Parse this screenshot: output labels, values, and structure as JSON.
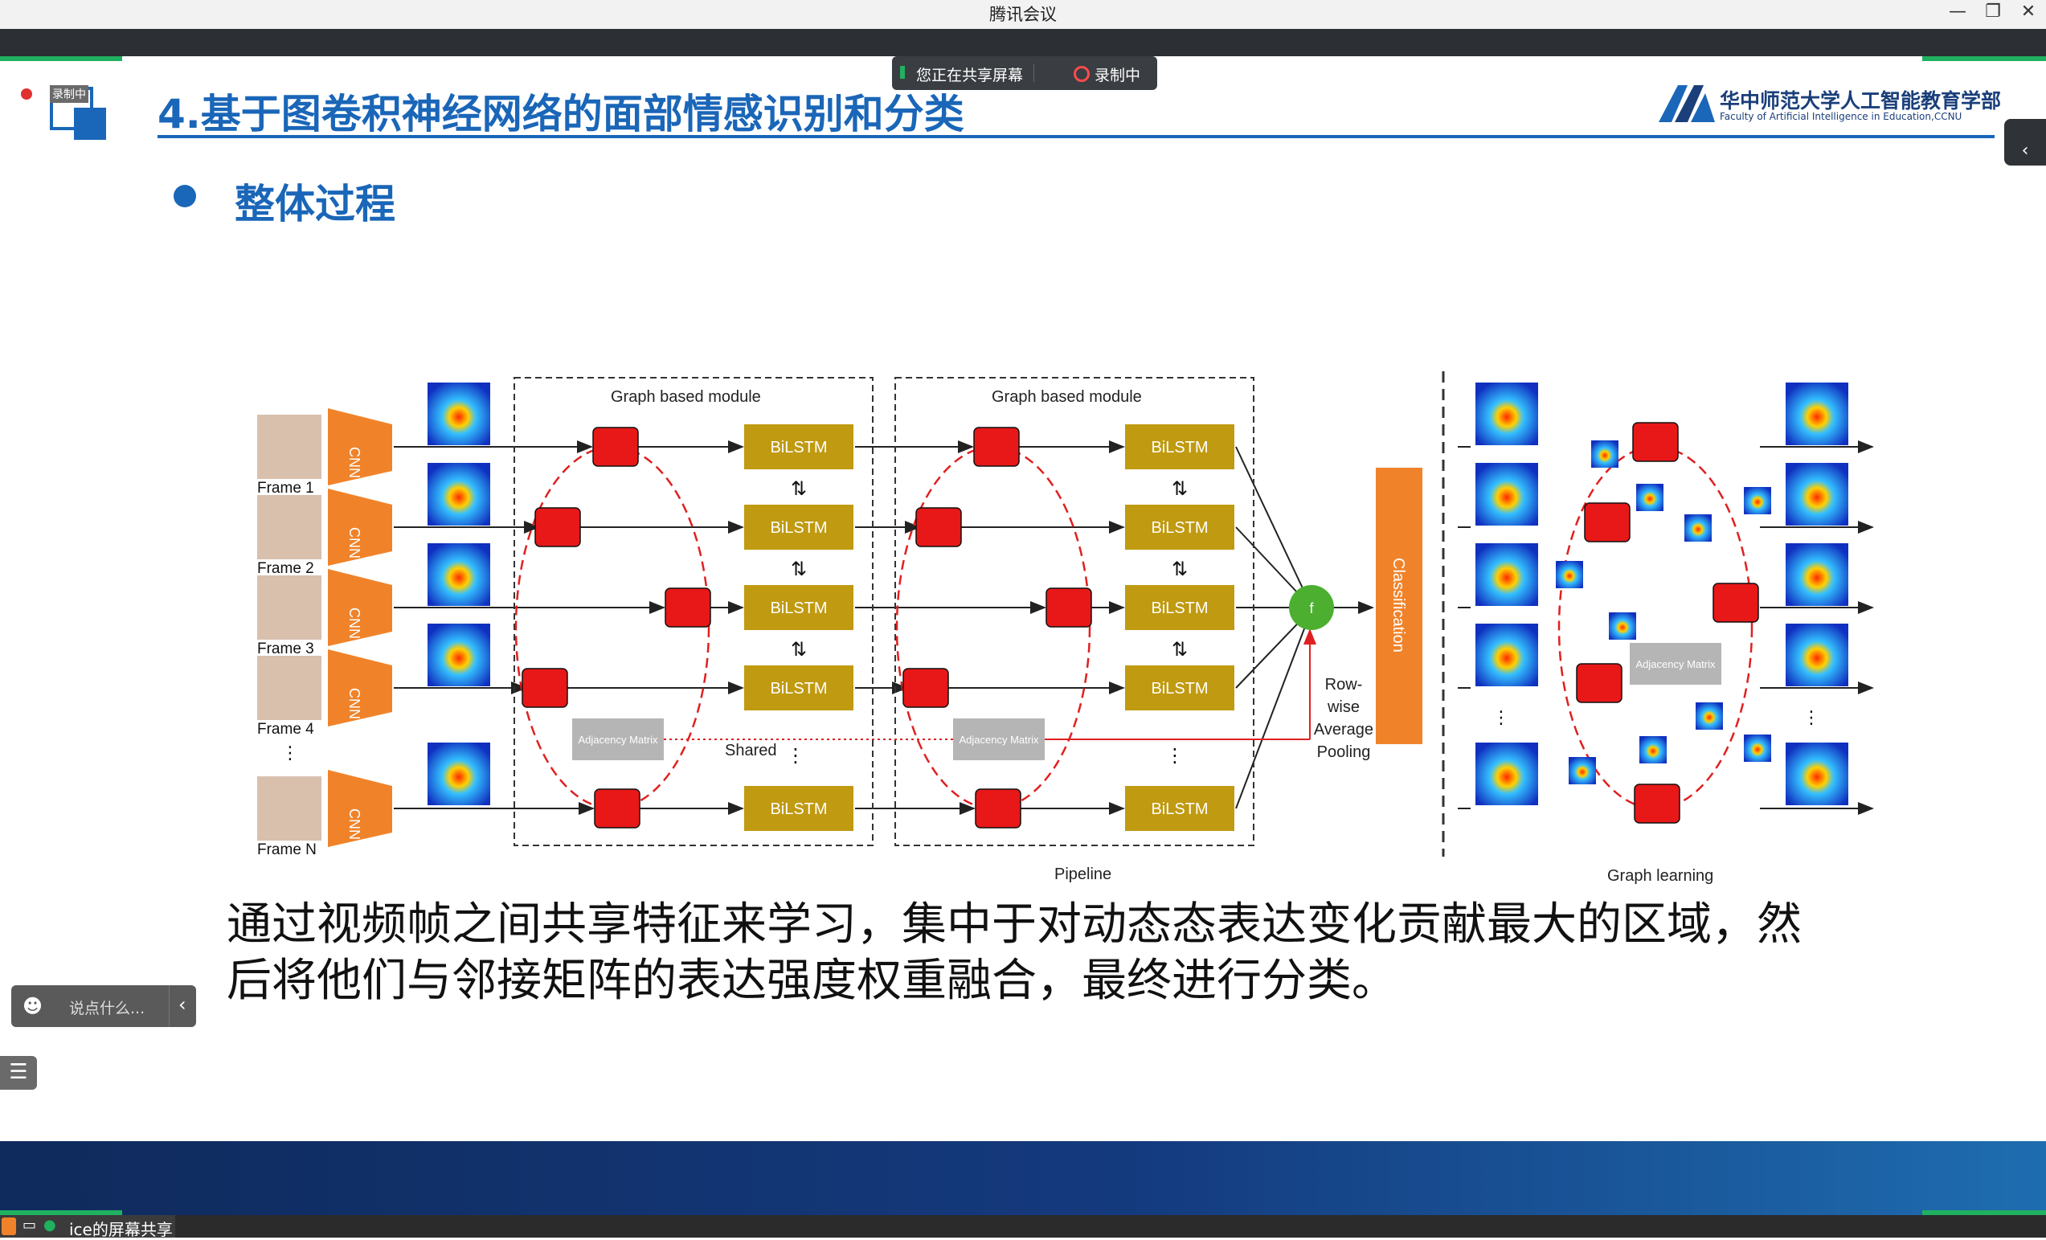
{
  "window": {
    "title": "腾讯会议"
  },
  "share_bar": {
    "sharing": "您正在共享屏幕",
    "recording": "录制中"
  },
  "recording_badge": "录制中",
  "slide": {
    "title": "4.基于图卷积神经网络的面部情感识别和分类",
    "logo": {
      "name": "华中师范大学人工智能教育学部",
      "subtitle": "Faculty of Artificial Intelligence in Education,CCNU"
    },
    "heading": "整体过程",
    "body": "通过视频帧之间共享特征来学习，集中于对动态态表达变化贡献最大的区域，然后将他们与邻接矩阵的表达强度权重融合，最终进行分类。"
  },
  "diagram": {
    "frames": [
      "Frame 1",
      "Frame 2",
      "Frame 3",
      "Frame 4",
      "⋮",
      "Frame N"
    ],
    "cnn": "CNN",
    "module_label": "Graph based module",
    "bilstm": "BiLSTM",
    "adjacency": "Adjacency Matrix",
    "shared": "Shared",
    "f": "f",
    "pooling": [
      "Row-",
      "wise",
      "Average",
      "Pooling"
    ],
    "classification": "Classification",
    "pipeline": "Pipeline",
    "graph_learning": "Graph learning"
  },
  "chat": {
    "placeholder": "说点什么..."
  },
  "taskbar": {
    "share_label": "ice的屏幕共享"
  },
  "colors": {
    "accent": "#1a66b8",
    "cnn": "#f0832a",
    "bilstm": "#c09a10",
    "node": "#e81818",
    "green": "#20b160"
  }
}
